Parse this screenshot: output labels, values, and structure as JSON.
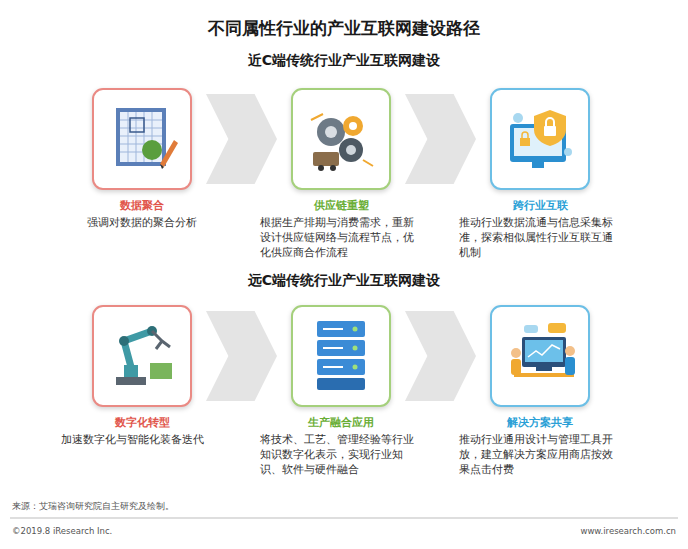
{
  "diagram": {
    "title": "不同属性行业的产业互联网建设路径",
    "nodes": [
      {
        "text": [
          "数据聚合",
          "强调对数据的聚合分析"
        ]
      },
      {
        "text": [
          "供应链重塑",
          "根据生产排期与消费需求，重新设计供应链网络与流程节点，优化供应商合作流程"
        ]
      },
      {
        "text": [
          "跨行业互联",
          "推动行业数据流通与信息采集标准，探索相似属性行业互联互通机制"
        ]
      },
      {
        "text": [
          "数字化转型",
          "加速数字化与智能化装备迭代"
        ]
      },
      {
        "text": [
          "生产融合应用",
          "将技术、工艺、管理经验等行业知识数字化表示，实现行业知识、软件与硬件融合"
        ]
      },
      {
        "text": [
          "解决方案共享",
          "推动行业通用设计与管理工具开放，建立解决方案应用商店按效果点击付费"
        ]
      }
    ],
    "edges": [
      {
        "from": 0,
        "to": 1,
        "arrow": "to"
      },
      {
        "from": 1,
        "to": 2,
        "arrow": "to"
      },
      {
        "from": 3,
        "to": 4,
        "arrow": "to"
      },
      {
        "from": 4,
        "to": 5,
        "arrow": "to"
      }
    ],
    "labels": [
      "近C端传统行业产业互联网建设",
      "远C端传统行业产业互联网建设",
      "来源：艾瑞咨询研究院自主研究及绘制。",
      "©2019.8 iResearch Inc.",
      "www.iresearch.com.cn"
    ]
  }
}
